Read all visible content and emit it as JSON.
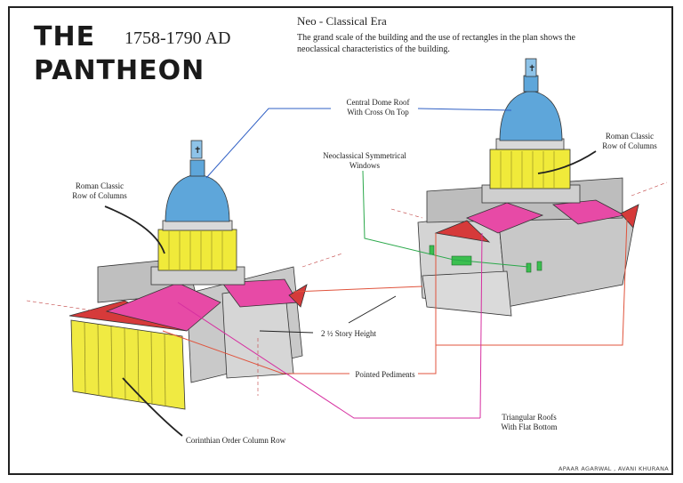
{
  "title": {
    "line1": "THE",
    "line2": "PANTHEON",
    "dates": "1758-1790 AD"
  },
  "era": {
    "heading": "Neo - Classical Era",
    "description": "The grand scale of the building and the use of rectangles in the plan shows the neoclassical characteristics of the building."
  },
  "labels": {
    "dome_roof": [
      "Central Dome Roof",
      "With Cross On Top"
    ],
    "columns_left": [
      "Roman Classic",
      "Row of Columns"
    ],
    "columns_right": [
      "Roman Classic",
      "Row of Columns"
    ],
    "windows": [
      "Neoclassical Symmetrical",
      "Windows"
    ],
    "story_height": "2 ½ Story Height",
    "pediments": "Pointed Pediments",
    "corinthian": "Corinthian Order Column Row",
    "triangular_roofs": [
      "Triangular Roofs",
      "With Flat Bottom"
    ]
  },
  "credit": "APAAR AGARWAL , AVANI KHURANA",
  "colors": {
    "dome": "#5ea6da",
    "drum": "#f2ec3a",
    "pediment_roof": "#e83ea0",
    "pediment_red": "#d83a3a",
    "wall": "#d8d8d8"
  }
}
